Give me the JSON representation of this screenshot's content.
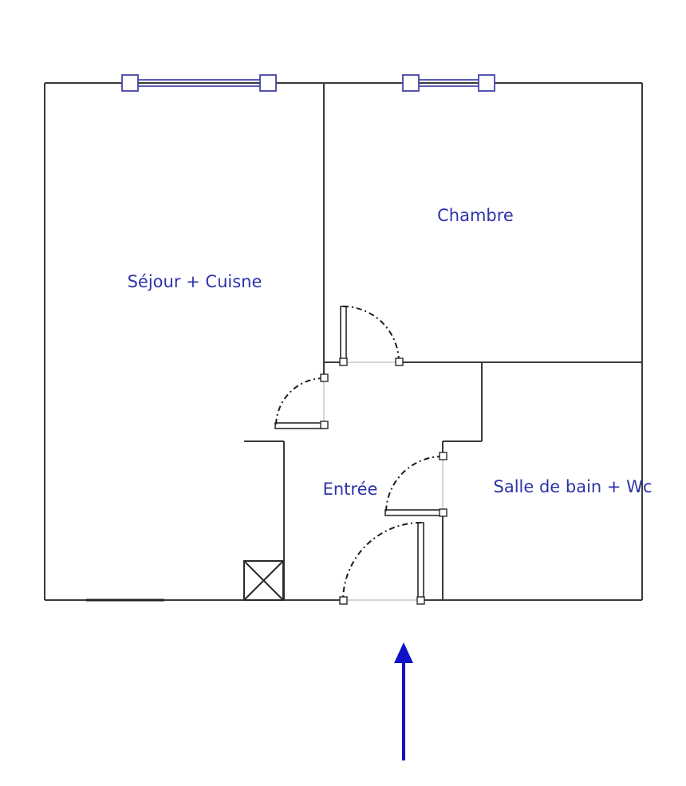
{
  "rooms": {
    "sejour": "Séjour + Cuisne",
    "chambre": "Chambre",
    "entree": "Entrée",
    "salle_de_bain": "Salle de bain + Wc"
  },
  "colors": {
    "label": "#2c33a8",
    "wall": "#3a3a3a",
    "window": "#4444aa",
    "arrow": "#1010c8"
  },
  "icons": {
    "entrance_arrow": "arrow-up-icon",
    "window": "window-icon",
    "door": "door-swing-icon",
    "duct": "ventilation-duct-icon"
  }
}
